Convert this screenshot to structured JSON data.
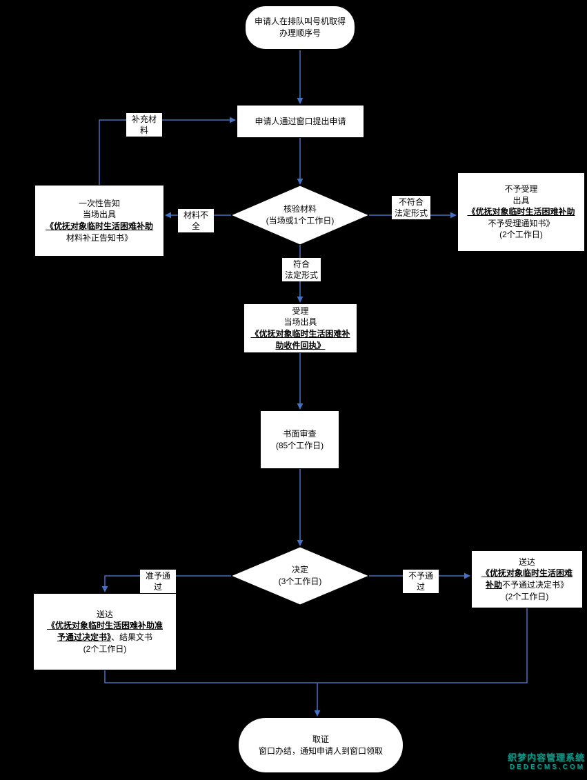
{
  "diagram": {
    "colors": {
      "background": "#000000",
      "node_fill": "#ffffff",
      "node_border": "#000000",
      "arrow": "#4472c4",
      "text": "#000000",
      "watermark": "#0e9484"
    },
    "nodes": {
      "start": {
        "lines": [
          "申请人在排队叫号机取得",
          "办理顺序号"
        ]
      },
      "apply": {
        "lines": [
          "申请人通过窗口提出申请"
        ]
      },
      "verify": {
        "lines": [
          "核验材料",
          "(当场或1个工作日)"
        ]
      },
      "notice": {
        "lines": [
          "一次性告知",
          "当场出具",
          "《优抚对象临时生活困难补助",
          "材料补正告知书》"
        ]
      },
      "not_accept": {
        "lines": [
          "不予受理",
          "出具",
          "《优抚对象临时生活困难补助",
          "不予受理通知书》",
          "(2个工作日)"
        ]
      },
      "accept": {
        "lines": [
          "受理",
          "当场出具",
          "《优抚对象临时生活困难补",
          "助收件回执》"
        ]
      },
      "review": {
        "lines": [
          "书面审查",
          "(85个工作日)"
        ]
      },
      "decide": {
        "lines": [
          "决定",
          "(3个工作日)"
        ]
      },
      "approve": {
        "lines": [
          "送达",
          "《优抚对象临时生活困难补助准",
          "予通过决定书》",
          "、结果文书",
          "(2个工作日)"
        ]
      },
      "deny": {
        "lines": [
          "送达",
          "《优抚对象临时生活困难",
          "补助",
          "不予通过决定书》",
          "(2个工作日)"
        ]
      },
      "end": {
        "lines": [
          "取证",
          "窗口办结，通知申请人到窗口领取"
        ]
      }
    },
    "edge_labels": {
      "supplement": "补充材料",
      "incomplete": "材料不全",
      "nonconforming": [
        "不符合",
        "法定形式"
      ],
      "conforming": [
        "符合",
        "法定形式"
      ],
      "approved": "准予通过",
      "rejected": "不予通过"
    },
    "watermark": {
      "line1": "织梦内容管理系统",
      "line2": "DEDECMS.COM"
    }
  }
}
